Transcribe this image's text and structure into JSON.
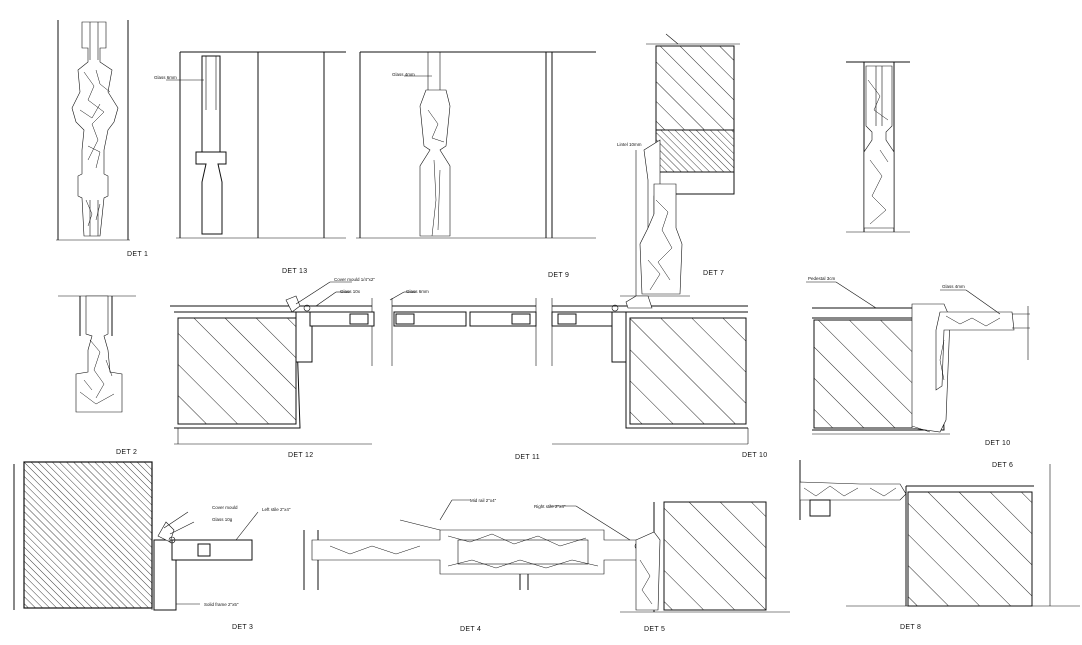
{
  "drawing": {
    "labels": {
      "det1": "DET 1",
      "det2": "DET 2",
      "det13": "DET 13",
      "det9": "DET 9",
      "det7": "DET 7",
      "det12": "DET 12",
      "det11": "DET 11",
      "det10a": "DET 10",
      "det10b": "DET 10",
      "det6": "DET 6",
      "det3a": "DET 3",
      "det4": "DET 4",
      "det5": "DET 5",
      "det8": "DET 8"
    },
    "notes": {
      "glass_a": "Glass 6mm",
      "glass_b": "Glass 4mm",
      "lintel": "Lintel 10mm",
      "cover_mould": "Cover mould 1/4\"x2\"",
      "glass_top_a": "Glass 10x",
      "glass_top_b": "Glass 6mm",
      "pelmet": "Pedestal 3cm",
      "glass_right": "Glass 4mm",
      "cover_mould_b": "Cover mould",
      "glass_10g": "Glass 10g",
      "left_stile": "Left stile 2\"x4\"",
      "mid_rail": "Mid rail 2\"x4\"",
      "right_stile": "Right stile 2\"x4\"",
      "frame": "Solid frame 2\"x5\""
    }
  }
}
